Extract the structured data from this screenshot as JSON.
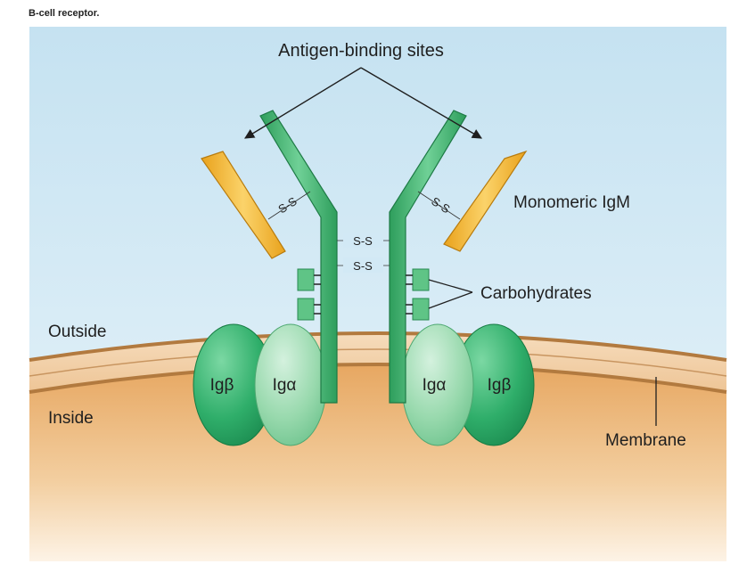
{
  "caption": "B-cell receptor.",
  "labels": {
    "antigen_binding_sites": "Antigen-binding sites",
    "monomeric_igm": "Monomeric IgM",
    "carbohydrates": "Carbohydrates",
    "outside": "Outside",
    "inside": "Inside",
    "membrane": "Membrane"
  },
  "subunits": {
    "ig_beta": "Igβ",
    "ig_alpha": "Igα"
  },
  "disulfide_bond": "S-S"
}
